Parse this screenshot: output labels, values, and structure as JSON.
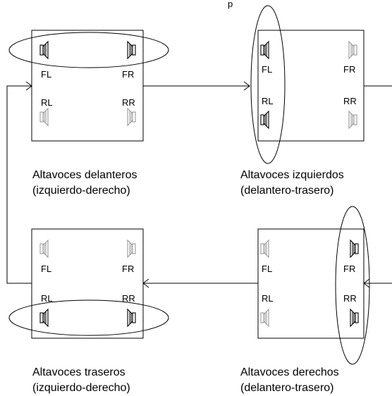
{
  "diagram": {
    "top_partial_text": "p",
    "panels": {
      "front": {
        "labels": {
          "fl": "FL",
          "fr": "FR",
          "rl": "RL",
          "rr": "RR"
        },
        "caption_line1": "Altavoces delanteros",
        "caption_line2": "(izquierdo-derecho)"
      },
      "left": {
        "labels": {
          "fl": "FL",
          "fr": "FR",
          "rl": "RL",
          "rr": "RR"
        },
        "caption_line1": "Altavoces izquierdos",
        "caption_line2": "(delantero-trasero)"
      },
      "rear": {
        "labels": {
          "fl": "FL",
          "fr": "FR",
          "rl": "RL",
          "rr": "RR"
        },
        "caption_line1": "Altavoces traseros",
        "caption_line2": "(izquierdo-derecho)"
      },
      "right": {
        "labels": {
          "fl": "FL",
          "fr": "FR",
          "rl": "RL",
          "rr": "RR"
        },
        "caption_line1": "Altavoces derechos",
        "caption_line2": "(delantero-trasero)"
      }
    },
    "colors": {
      "active_speaker": "#000000",
      "inactive_speaker": "#9a9a9a"
    }
  }
}
